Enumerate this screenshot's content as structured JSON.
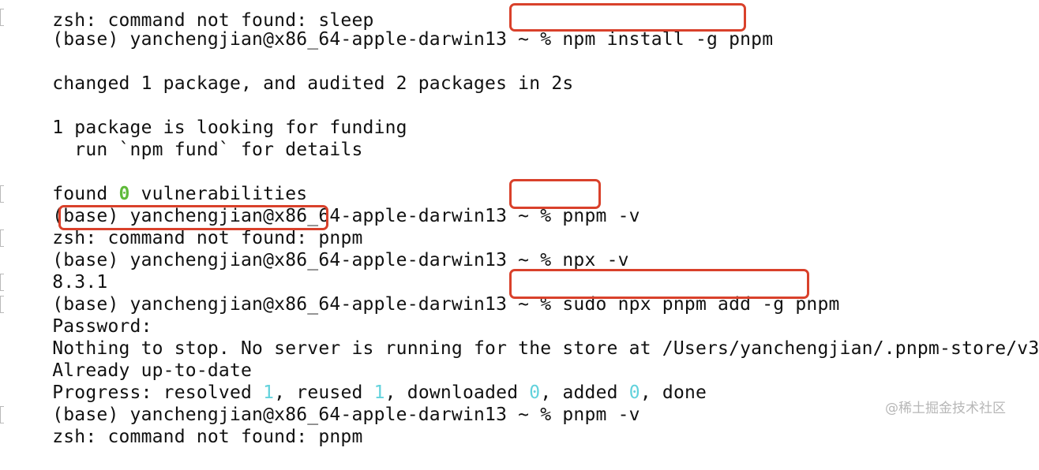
{
  "terminal": {
    "lines": [
      {
        "id": "line-0",
        "text": "zsh: command not found: sleep"
      },
      {
        "id": "line-1",
        "prompt": "(base) yanchengjian@x86_64-apple-darwin13 ~ % ",
        "command": "npm install -g pnpm"
      },
      {
        "id": "line-3",
        "text": "changed 1 package, and audited 2 packages in 2s"
      },
      {
        "id": "line-5",
        "text": "1 package is looking for funding"
      },
      {
        "id": "line-6",
        "text": "  run `npm fund` for details"
      },
      {
        "id": "line-8",
        "pre": "found ",
        "count": "0",
        "post": " vulnerabilities"
      },
      {
        "id": "line-9",
        "prompt": "(base) yanchengjian@x86_64-apple-darwin13 ~ % ",
        "command": "pnpm -v"
      },
      {
        "id": "line-10",
        "pre": "zsh: ",
        "error": "command not found: pnpm"
      },
      {
        "id": "line-11",
        "prompt": "(base) yanchengjian@x86_64-apple-darwin13 ~ % ",
        "command": "npx -v"
      },
      {
        "id": "line-12",
        "text": "8.3.1"
      },
      {
        "id": "line-13",
        "prompt": "(base) yanchengjian@x86_64-apple-darwin13 ~ % ",
        "command": "sudo npx pnpm add -g pnpm"
      },
      {
        "id": "line-14",
        "text": "Password:"
      },
      {
        "id": "line-15",
        "text": "Nothing to stop. No server is running for the store at /Users/yanchengjian/.pnpm-store/v3"
      },
      {
        "id": "line-16",
        "text": "Already up-to-date"
      },
      {
        "id": "line-17",
        "progress": {
          "label": "Progress: resolved ",
          "resolved": "1",
          "reused_label": ", reused ",
          "reused": "1",
          "downloaded_label": ", downloaded ",
          "downloaded": "0",
          "added_label": ", added ",
          "added": "0",
          "done_label": ", done"
        }
      },
      {
        "id": "line-18",
        "prompt": "(base) yanchengjian@x86_64-apple-darwin13 ~ % ",
        "command": "pnpm -v"
      },
      {
        "id": "line-19",
        "text": "zsh: command not found: pnpm"
      }
    ]
  },
  "watermark": "@稀土掘金技术社区",
  "colors": {
    "highlight": "#d9412b",
    "zero_count": "#5fba3a",
    "progress_numbers": "#62d2dc",
    "text": "#111111"
  }
}
